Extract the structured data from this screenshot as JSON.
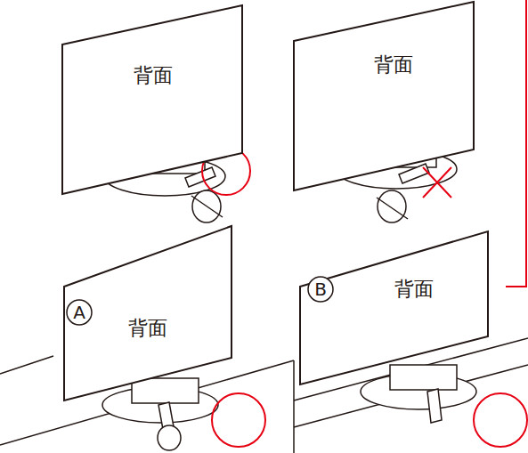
{
  "diagram": {
    "nodes": [
      {
        "text": [
          "背面"
        ]
      },
      {
        "text": [
          "背面"
        ]
      },
      {
        "text": [
          "背面"
        ]
      },
      {
        "text": [
          "A"
        ],
        "in": 2
      },
      {
        "text": [
          "背面"
        ]
      },
      {
        "text": [
          "B"
        ],
        "in": 4
      }
    ]
  }
}
